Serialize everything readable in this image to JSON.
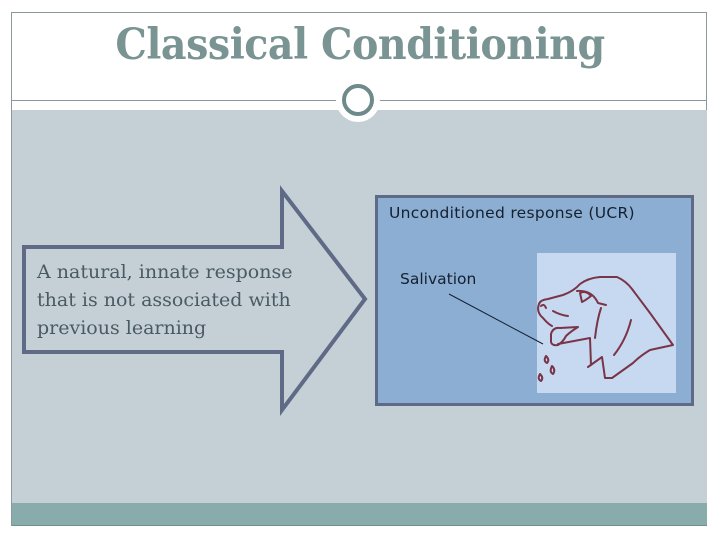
{
  "slide": {
    "title": "Classical Conditioning",
    "arrow_text_lines": [
      "A natural, innate response",
      "that is not associated with",
      "previous learning"
    ],
    "figure": {
      "heading": "Unconditioned response (UCR)",
      "label": "Salivation",
      "illustration": "dog-salivating-icon"
    }
  },
  "colors": {
    "title": "#7a9393",
    "body_bg": "#c5d0d6",
    "footer_bar": "#88abab",
    "arrow_stroke": "#5f6a86",
    "figure_bg": "#8caed2",
    "figure_panel": "#c6d9f0",
    "dog_line": "#7a3448"
  }
}
